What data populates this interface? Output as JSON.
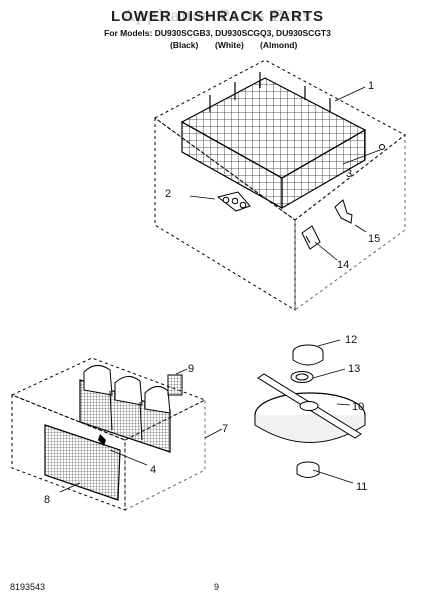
{
  "header": {
    "watermark": "Appliance Parts Pros",
    "title": "LOWER DISHRACK PARTS",
    "models_line": "For Models: DU930SCGB3, DU930SCGQ3, DU930SCGT3",
    "colors": [
      "(Black)",
      "(White)",
      "(Almond)"
    ]
  },
  "callouts": [
    "1",
    "2",
    "3",
    "4",
    "7",
    "8",
    "9",
    "10",
    "11",
    "12",
    "13",
    "14",
    "15"
  ],
  "footer": {
    "doc_number": "8193543",
    "page_number": "9"
  }
}
